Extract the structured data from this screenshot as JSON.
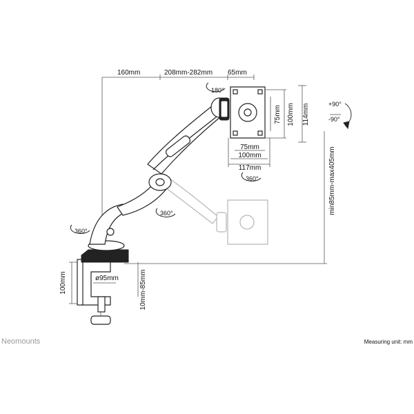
{
  "brand": "Neomounts",
  "measuring_unit": "Measuring unit: mm",
  "dimensions": {
    "pole_to_arm": "160mm",
    "arm_reach": "208mm-282mm",
    "head_offset": "65mm",
    "vesa_75_h": "75mm",
    "vesa_100_h": "100mm",
    "height_114": "114mm",
    "vesa_75_w": "75mm",
    "vesa_100_w": "100mm",
    "width_117": "117mm",
    "height_range": "min85mm-max405mm",
    "clamp_height": "100mm",
    "pole_diameter": "ø95mm",
    "desk_thickness": "10mm-85mm"
  },
  "rotations": {
    "head_tilt": "180°",
    "head_swivel": "360°",
    "arm_swivel": "360°",
    "base_swivel": "360°",
    "tilt_up": "+90°",
    "tilt_down": "-90°"
  }
}
